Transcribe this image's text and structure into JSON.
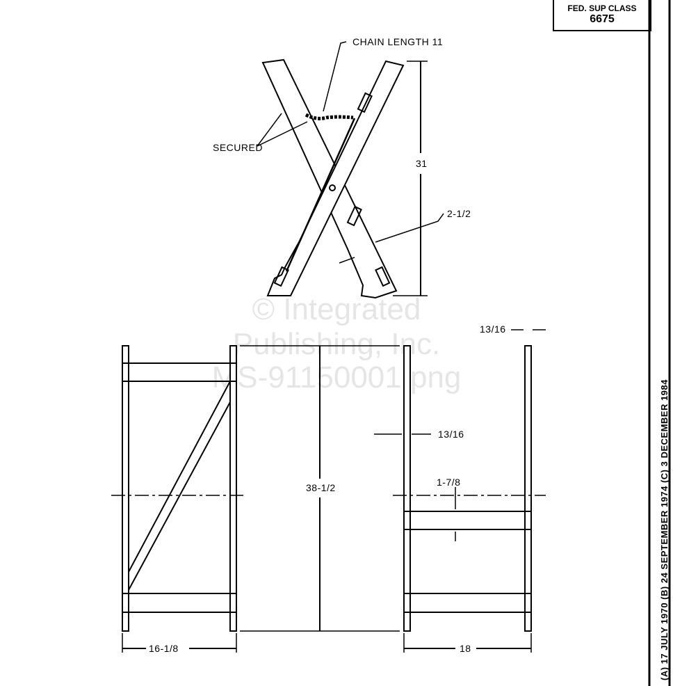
{
  "title_block": {
    "label": "FED. SUP CLASS",
    "number": "6675"
  },
  "revisions": "(A) 17 JULY 1970 (B) 24 SEPTEMBER 1974 (C) 3 DECEMBER 1984",
  "labels": {
    "chain": "CHAIN LENGTH 11",
    "secured": "SECURED",
    "height": "31",
    "board_width": "2-1/2",
    "top_thickness": "13/16",
    "leg_thickness": "13/16",
    "overall_height": "38-1/2",
    "bar_width": "1-7/8",
    "front_width": "16-1/8",
    "side_width": "18"
  },
  "watermark": [
    "© Integrated",
    "Publishing, Inc.",
    "MS-91150001.png"
  ]
}
